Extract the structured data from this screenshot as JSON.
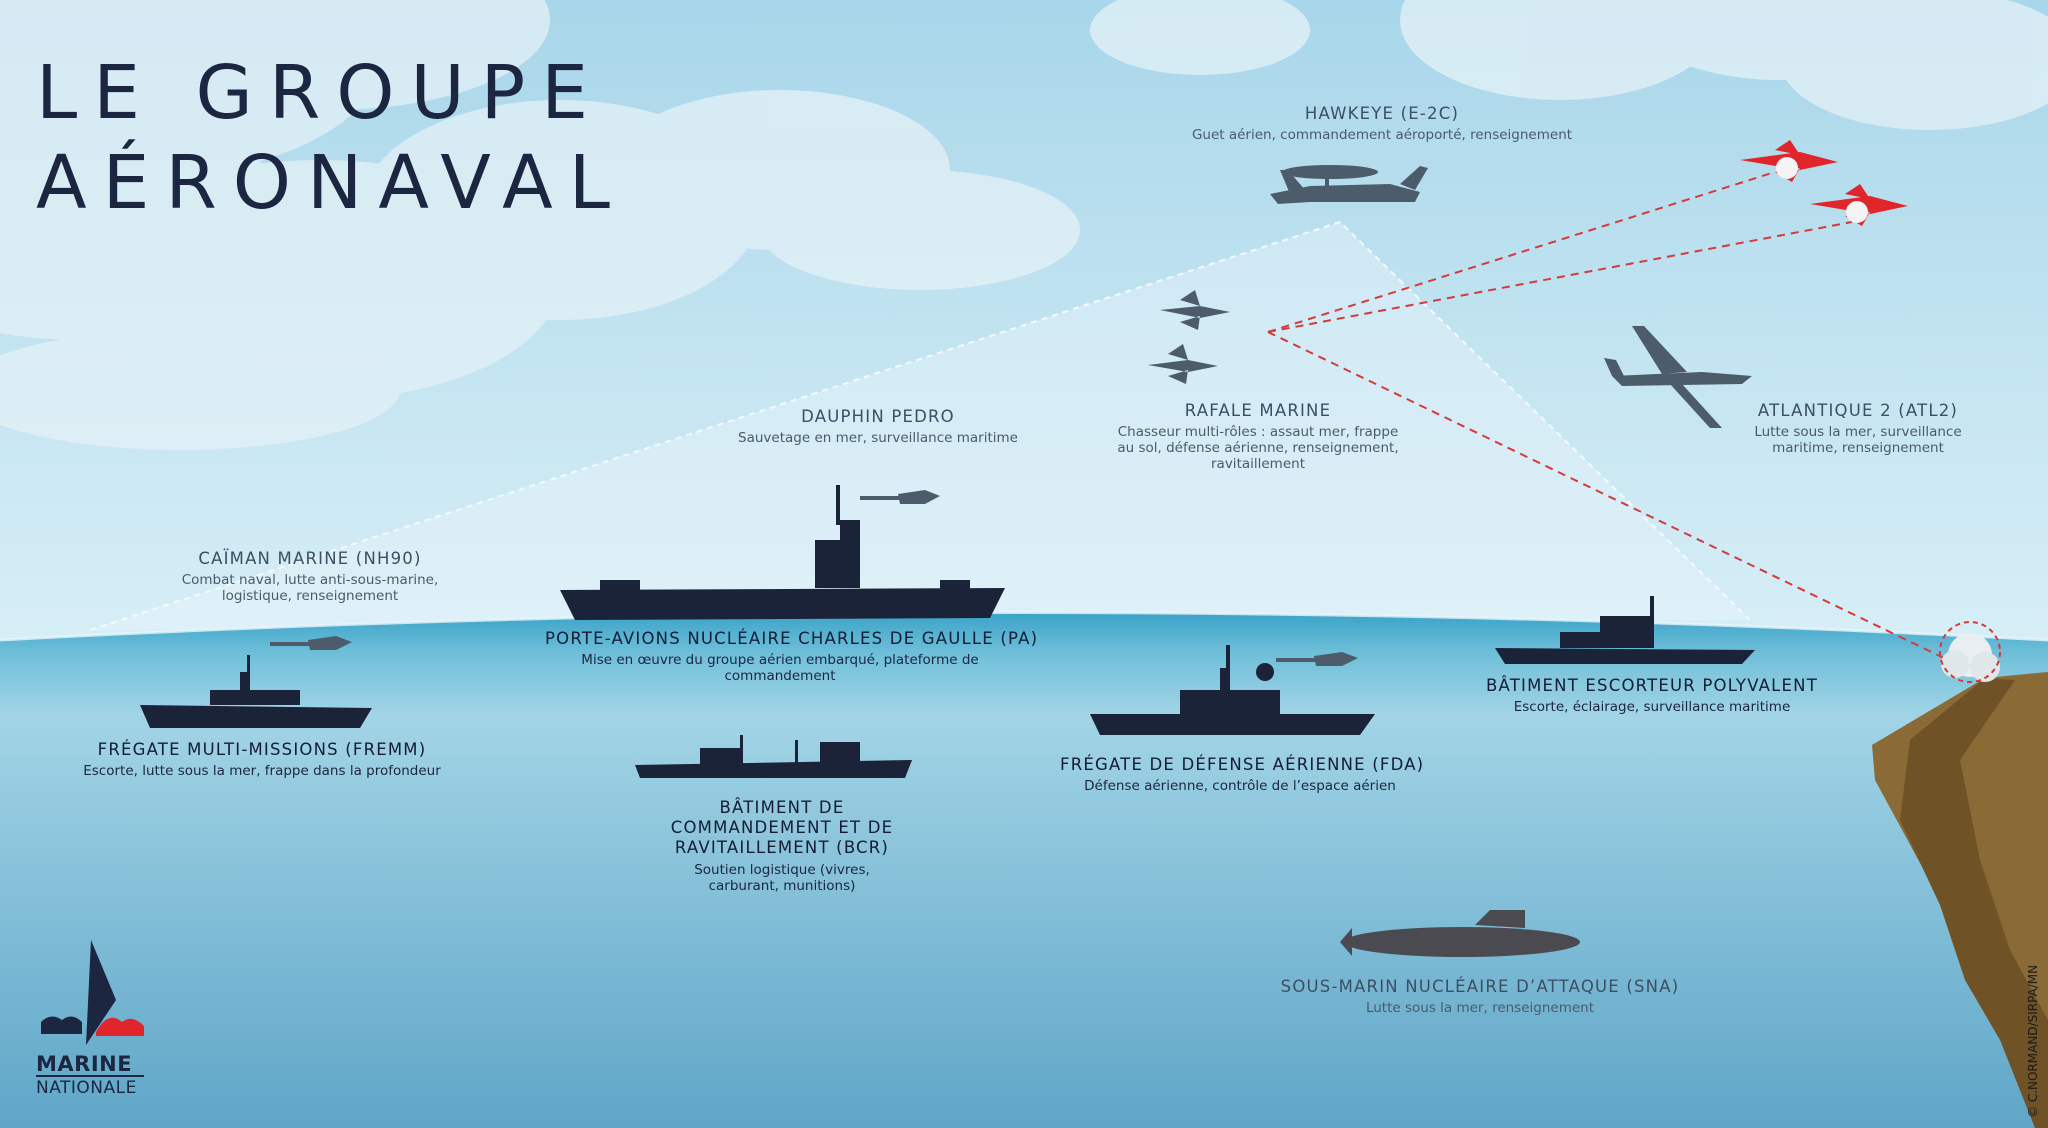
{
  "title": {
    "line1": "LE GROUPE",
    "line2": "AÉRONAVAL"
  },
  "units": [
    {
      "id": "hawkeye",
      "name": "HAWKEYE (E-2C)",
      "desc": "Guet aérien, commandement aéroporté, renseignement"
    },
    {
      "id": "rafale",
      "name": "RAFALE MARINE",
      "desc": "Chasseur multi-rôles : assaut mer, frappe au sol, défense aérienne, renseignement, ravitaillement"
    },
    {
      "id": "atlantique",
      "name": "ATLANTIQUE 2 (ATL2)",
      "desc": "Lutte sous la mer, surveillance maritime, renseignement"
    },
    {
      "id": "dauphin",
      "name": "DAUPHIN PEDRO",
      "desc": "Sauvetage en mer, surveillance maritime"
    },
    {
      "id": "caiman",
      "name": "CAÏMAN MARINE (NH90)",
      "desc": "Combat naval, lutte anti-sous-marine, logistique, renseignement"
    },
    {
      "id": "porte_avions",
      "name": "PORTE-AVIONS NUCLÉAIRE CHARLES DE GAULLE (PA)",
      "desc": "Mise en œuvre du groupe aérien embarqué, plateforme de commandement"
    },
    {
      "id": "fremm",
      "name": "FRÉGATE MULTI-MISSIONS (FREMM)",
      "desc": "Escorte, lutte sous la mer, frappe dans la profondeur"
    },
    {
      "id": "bcr",
      "name": "BÂTIMENT DE COMMANDEMENT ET DE RAVITAILLEMENT (BCR)",
      "desc": "Soutien logistique (vivres, carburant, munitions)"
    },
    {
      "id": "fda",
      "name": "FRÉGATE DE DÉFENSE AÉRIENNE (FDA)",
      "desc": "Défense aérienne, contrôle de l’espace aérien"
    },
    {
      "id": "bep",
      "name": "BÂTIMENT ESCORTEUR POLYVALENT",
      "desc": "Escorte, éclairage, surveillance maritime"
    },
    {
      "id": "sna",
      "name": "SOUS-MARIN NUCLÉAIRE D’ATTAQUE (SNA)",
      "desc": "Lutte sous la mer, renseignement"
    }
  ],
  "logo": {
    "line1": "MARINE",
    "line2": "NATIONALE"
  },
  "credit": "© C.NORMAND/SIRPA/MN",
  "colors": {
    "sky": "#b4dcec",
    "sea": "#5fb2cf",
    "ship": "#1b2339",
    "aircraft": "#4d5c6b",
    "enemy": "#e0262b",
    "cliff": "#8a6a35",
    "title": "#1c2640"
  },
  "icons": [
    "aircraft-carrier-icon",
    "frigate-icon",
    "submarine-icon",
    "helicopter-icon",
    "fighter-jet-icon",
    "awacs-icon",
    "patrol-aircraft-icon",
    "marine-nationale-logo"
  ]
}
